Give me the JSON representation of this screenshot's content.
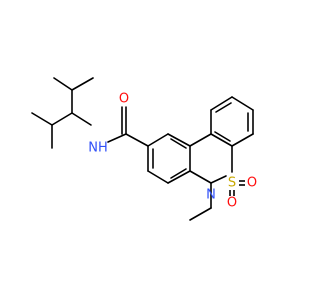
{
  "molecule": {
    "colors": {
      "bond": "#000000",
      "oxygen": "#ff0d0d",
      "nitrogen": "#3050f8",
      "sulfur": "#c8a800"
    },
    "atom_labels": {
      "amide_oxygen": "O",
      "amide_nitrogen": "NH",
      "ring_nitrogen": "N",
      "sulfur": "S",
      "sulfonyl_oxygen_1": "O",
      "sulfonyl_oxygen_2": "O"
    }
  }
}
